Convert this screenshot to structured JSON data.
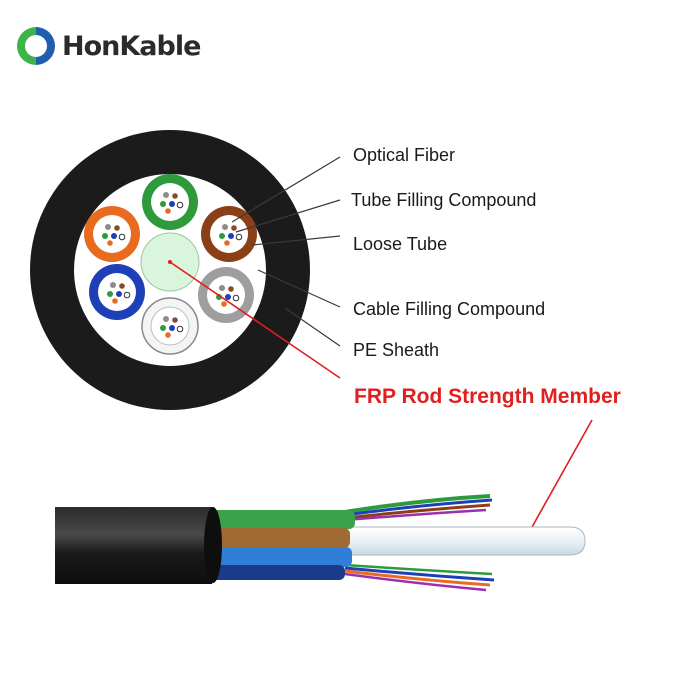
{
  "brand": {
    "name": "HonKable",
    "logo_icon": "hk-logo-icon",
    "colors": {
      "green": "#3cb44a",
      "blue": "#1f5fae"
    }
  },
  "labels": {
    "optical_fiber": "Optical Fiber",
    "tube_filling_compound": "Tube Filling Compound",
    "loose_tube": "Loose Tube",
    "cable_filling_compound": "Cable Filling Compound",
    "pe_sheath": "PE Sheath",
    "frp_rod": "FRP Rod Strength Member"
  },
  "colors": {
    "sheath": "#1b1b1b",
    "leader_lines": "#3a3a3a",
    "highlight": "#e01f1f",
    "frp_rod": "#d9f5dc",
    "tube_green": "#2f9a3c",
    "tube_brown": "#8b3f16",
    "tube_orange": "#e96b1f",
    "tube_blue": "#1d3fb8",
    "tube_gray": "#9e9e9e",
    "tube_white": "#f4f4f4"
  }
}
